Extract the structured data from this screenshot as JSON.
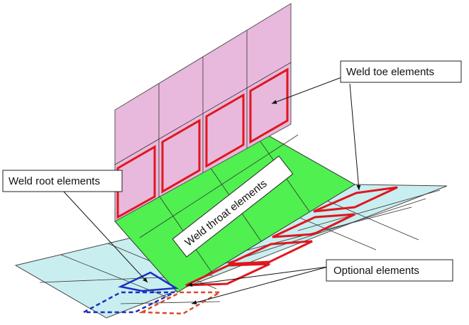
{
  "labels": {
    "weld_toe": "Weld toe elements",
    "weld_root": "Weld root elements",
    "weld_throat": "Weld throat elements",
    "optional": "Optional elements"
  },
  "colors": {
    "vertical_plate": "#e8b9dc",
    "weld_throat": "#4ff04f",
    "base_plate": "#c9eef0",
    "weld_toe_outline": "#e0161e",
    "weld_root_outline": "#1b2fc0",
    "optional_red_dashed": "#d84a2a",
    "optional_blue_dashed": "#1b2fc0"
  }
}
